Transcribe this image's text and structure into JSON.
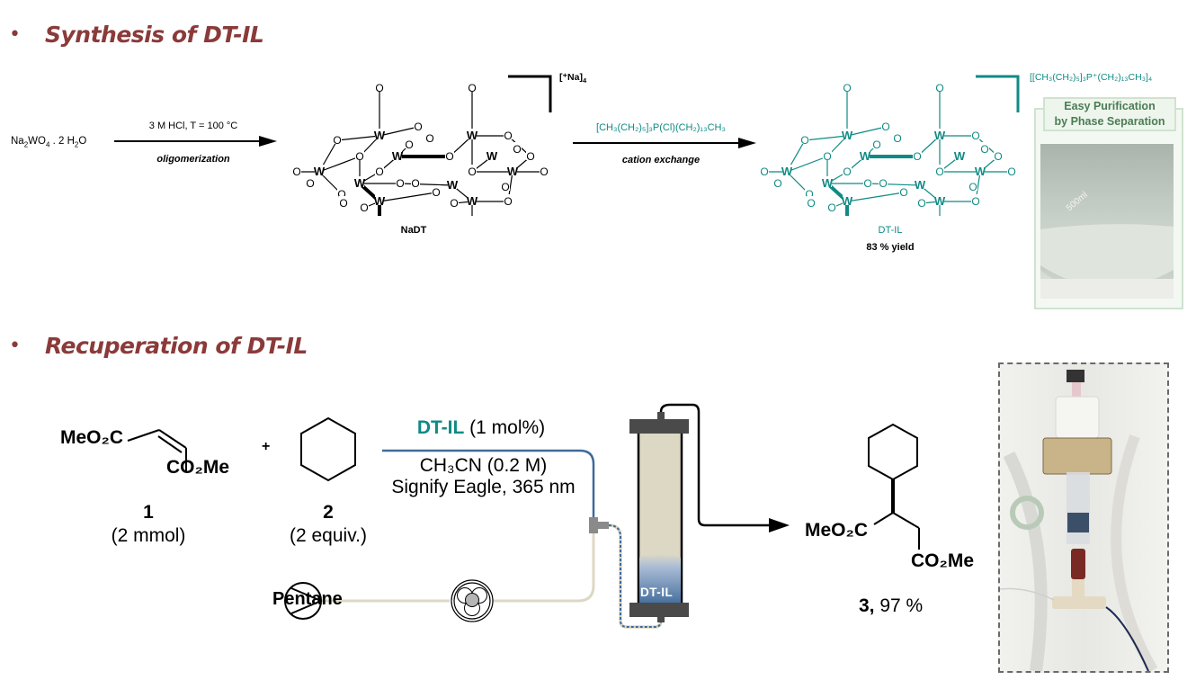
{
  "section1": {
    "bullet": "•",
    "title": "Synthesis of DT-IL",
    "reactant": {
      "pre": "Na",
      "sub1": "2",
      "mid": "WO",
      "sub2": "4",
      "post": " . 2 H",
      "sub3": "2",
      "end": "O"
    },
    "step1": {
      "conditions": "3 M HCl, T = 100 °C",
      "label": "oligomerization"
    },
    "intermediate": {
      "name": "NaDT",
      "counterion": "[⁺Na]",
      "counterion_sub": "4"
    },
    "step2": {
      "reagent": "[CH₃(CH₂)₅]₃P(Cl)(CH₂)₁₃CH₃",
      "label": "cation exchange"
    },
    "product": {
      "name": "DT-IL",
      "yield": "83 % yield",
      "counterion": "[[CH₃(CH₂)₅]₃P⁺(CH₂)₁₃CH₃]₄"
    },
    "purification": {
      "line1": "Easy Purification",
      "line2": "by Phase Separation",
      "flask_marking": "500ml"
    },
    "atom_labels": {
      "metal": "W",
      "oxygen": "O"
    }
  },
  "section2": {
    "bullet": "•",
    "title": "Recuperation of DT-IL",
    "compound1": {
      "left_group": "MeO₂C",
      "right_group": "CO₂Me",
      "number": "1",
      "amount": "(2 mmol)"
    },
    "plus": "+",
    "compound2": {
      "number": "2",
      "amount": "(2 equiv.)"
    },
    "catalyst": {
      "name": "DT-IL",
      "loading": "(1 mol%)"
    },
    "solvent": "CH₃CN (0.2 M)",
    "light": "Signify Eagle, 365 nm",
    "pump_solvent": "Pentane",
    "column_label": "DT-IL",
    "product": {
      "left_group": "MeO₂C",
      "right_group": "CO₂Me",
      "number": "3,",
      "yield": "97 %"
    }
  },
  "colors": {
    "heading": "#8b3a3a",
    "teal": "#0f8a84",
    "tube_blue": "#3f6a9a",
    "tube_beige": "#ddd8c4",
    "column_fill": "#ddd8c4",
    "column_cap": "#4a4a4a"
  }
}
